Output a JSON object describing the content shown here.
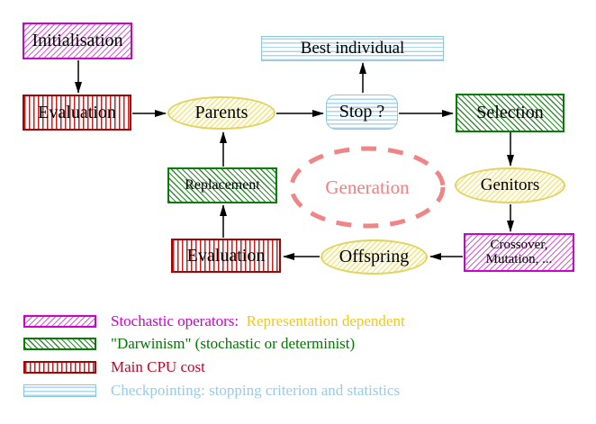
{
  "nodes": {
    "initialisation": {
      "label": "Initialisation"
    },
    "best_individual": {
      "label": "Best individual"
    },
    "evaluation_top": {
      "label": "Evaluation"
    },
    "parents": {
      "label": "Parents"
    },
    "stop": {
      "label": "Stop ?"
    },
    "selection": {
      "label": "Selection"
    },
    "replacement": {
      "label": "Replacement"
    },
    "generation": {
      "label": "Generation"
    },
    "genitors": {
      "label": "Genitors"
    },
    "crossover": {
      "line1": "Crossover,",
      "line2": "Mutation, ..."
    },
    "evaluation_bottom": {
      "label": "Evaluation"
    },
    "offspring": {
      "label": "Offspring"
    }
  },
  "legend": {
    "items": [
      {
        "swatch": "magenta-hatch",
        "text1": "Stochastic operators:",
        "text2": "  Representation dependent"
      },
      {
        "swatch": "green-hatch",
        "text1": "\"Darwinism\" (stochastic or determinist)"
      },
      {
        "swatch": "red-vertical-stripes",
        "text1": "Main CPU cost"
      },
      {
        "swatch": "cyan-horizontal-stripes",
        "text1": "Checkpointing: stopping criterion and statistics"
      }
    ]
  },
  "colors": {
    "magenta": "#cc00cc",
    "green": "#0a7a0a",
    "red": "#aa0000",
    "cyan": "#8cc6de",
    "yellow": "#e2d260",
    "salmon": "#f08080",
    "gold": "#eec820",
    "legend_blue": "#99cbe8"
  }
}
